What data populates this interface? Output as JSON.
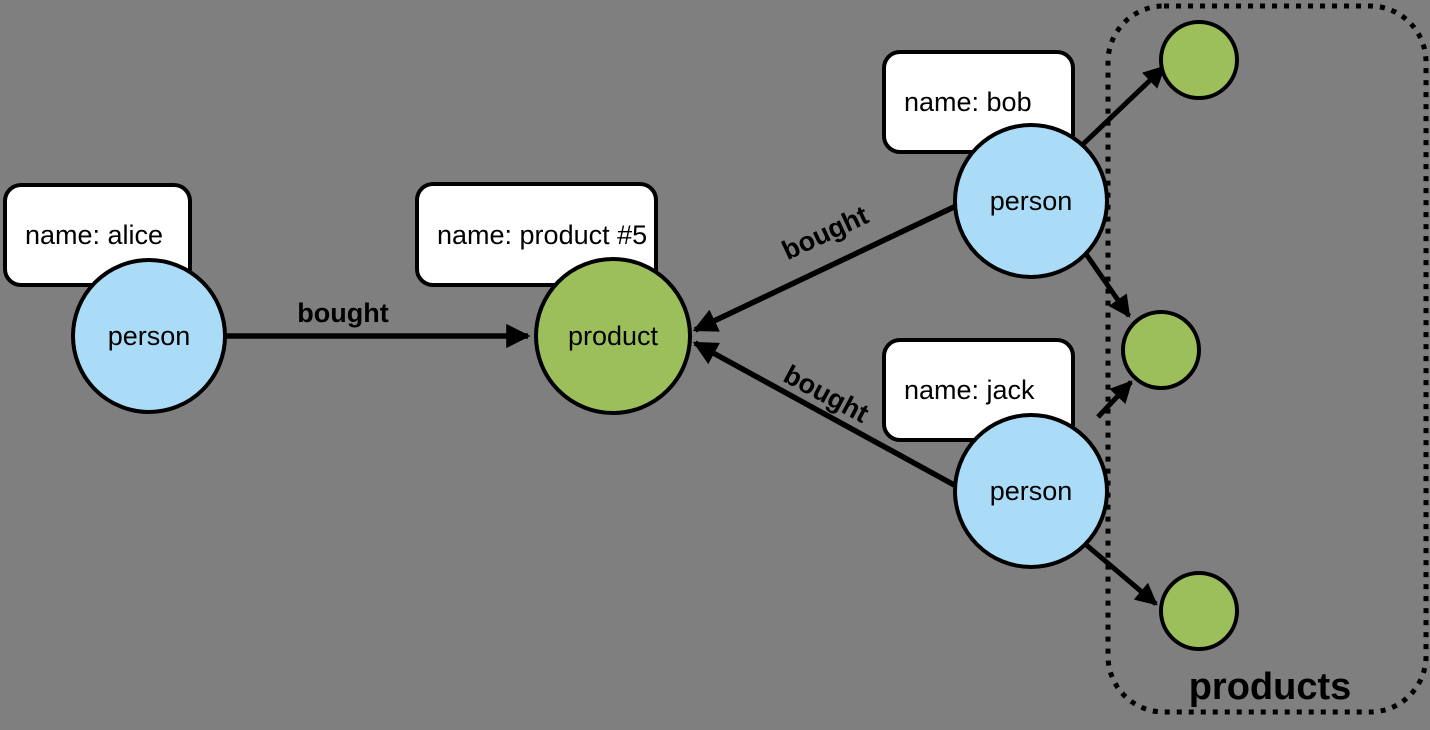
{
  "diagram": {
    "background_color": "#7f7f7f",
    "colors": {
      "person_fill": "#aadcf7",
      "product_fill": "#9cbe5b",
      "node_stroke": "#000000",
      "property_box_fill": "#ffffff",
      "arrow": "#000000",
      "text": "#000000"
    },
    "nodes": {
      "alice": {
        "type_label": "person",
        "property": "name: alice"
      },
      "bob": {
        "type_label": "person",
        "property": "name: bob"
      },
      "jack": {
        "type_label": "person",
        "property": "name: jack"
      },
      "product5": {
        "type_label": "product",
        "property": "name: product #5"
      }
    },
    "edges": [
      {
        "from": "alice",
        "to": "product5",
        "label": "bought"
      },
      {
        "from": "bob",
        "to": "product5",
        "label": "bought"
      },
      {
        "from": "jack",
        "to": "product5",
        "label": "bought"
      },
      {
        "from": "bob",
        "to": "product-top",
        "label": ""
      },
      {
        "from": "bob",
        "to": "product-middle",
        "label": ""
      },
      {
        "from": "jack",
        "to": "product-middle",
        "label": ""
      },
      {
        "from": "jack",
        "to": "product-bottom",
        "label": ""
      }
    ],
    "group": {
      "label": "products",
      "unlabeled_product_count": 3
    }
  }
}
